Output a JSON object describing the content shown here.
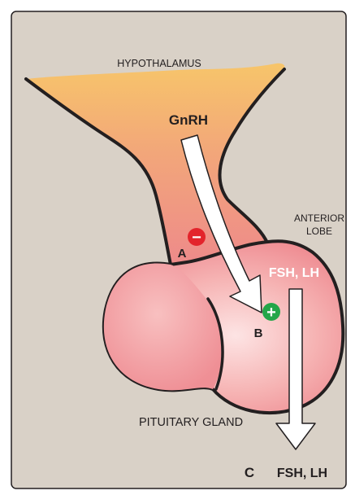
{
  "labels": {
    "hypothalamus": "HYPOTHALAMUS",
    "gnrh": "GnRH",
    "anterior_lobe_line1": "ANTERIOR",
    "anterior_lobe_line2": "LOBE",
    "marker_a": "A",
    "marker_b": "B",
    "marker_c": "C",
    "hormones_inside": "FSH, LH",
    "hormones_released": "FSH, LH",
    "pituitary_gland": "PITUITARY GLAND"
  },
  "signs": {
    "inhibition": "−",
    "stimulation": "+"
  },
  "colors": {
    "panel_background": "#d9d1c7",
    "hypothalamus_top": "#f7c56a",
    "stalk_bottom": "#ee8a8a",
    "gland_pink": "#f29a9e",
    "inhibition_red": "#e3242b",
    "stimulation_green": "#23a649"
  }
}
